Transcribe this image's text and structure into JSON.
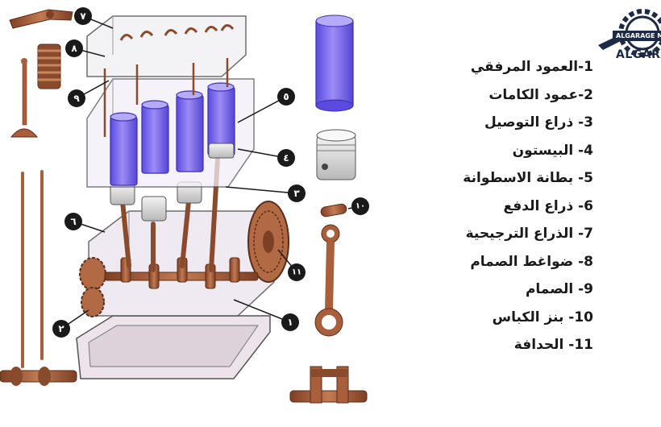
{
  "legend": {
    "items": [
      "1-العمود المرفقي",
      "2-عمود الكامات",
      "3- ذراع التوصيل",
      "4- البيستون",
      "5- بطانة الاسطوانة",
      "6- ذراع الدفع",
      "7- الذراع الترجيحية",
      "8- ضواغط الصمام",
      "9- الصمام",
      "10- بنز الكباس",
      "11- الحدافة"
    ]
  },
  "callouts": [
    "١",
    "٢",
    "٣",
    "٤",
    "٥",
    "٦",
    "٧",
    "٨",
    "٩",
    "١٠",
    "١١"
  ],
  "logo": {
    "banner": "ALGARAGE MA",
    "word": "ALGARA"
  },
  "colors": {
    "part_copper": "#a95f3c",
    "cylinder_purple": "#7b68ee",
    "block_outline": "#555555",
    "callout_bg": "#1a1a1a",
    "logo_navy": "#1d2a47"
  }
}
